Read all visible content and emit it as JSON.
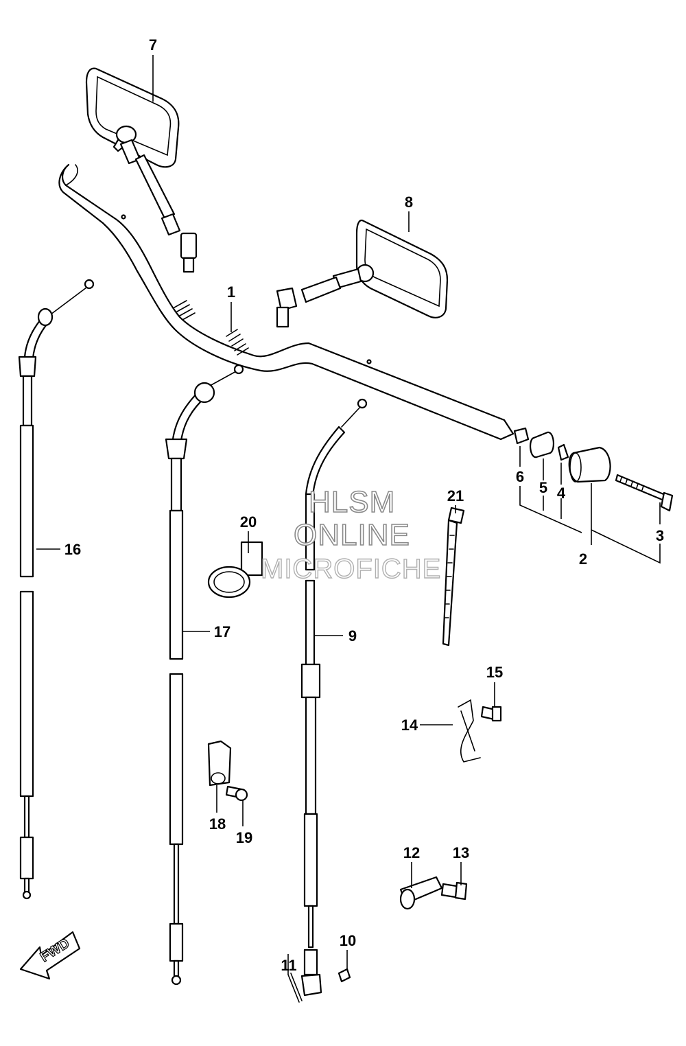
{
  "watermark": {
    "line1": "HLSM",
    "line2": "ONLINE",
    "line3": "MICROFICHE"
  },
  "direction_badge": "FWD",
  "callouts": [
    {
      "id": "1",
      "label": "1"
    },
    {
      "id": "2",
      "label": "2"
    },
    {
      "id": "3",
      "label": "3"
    },
    {
      "id": "4",
      "label": "4"
    },
    {
      "id": "5",
      "label": "5"
    },
    {
      "id": "6",
      "label": "6"
    },
    {
      "id": "7",
      "label": "7"
    },
    {
      "id": "8",
      "label": "8"
    },
    {
      "id": "9",
      "label": "9"
    },
    {
      "id": "10",
      "label": "10"
    },
    {
      "id": "11",
      "label": "11"
    },
    {
      "id": "12",
      "label": "12"
    },
    {
      "id": "13",
      "label": "13"
    },
    {
      "id": "14",
      "label": "14"
    },
    {
      "id": "15",
      "label": "15"
    },
    {
      "id": "16",
      "label": "16"
    },
    {
      "id": "17",
      "label": "17"
    },
    {
      "id": "18",
      "label": "18"
    },
    {
      "id": "19",
      "label": "19"
    },
    {
      "id": "20",
      "label": "20"
    },
    {
      "id": "21",
      "label": "21"
    }
  ],
  "colors": {
    "line": "#000000",
    "background": "#ffffff",
    "watermark_outline": "#8a8a8a"
  }
}
